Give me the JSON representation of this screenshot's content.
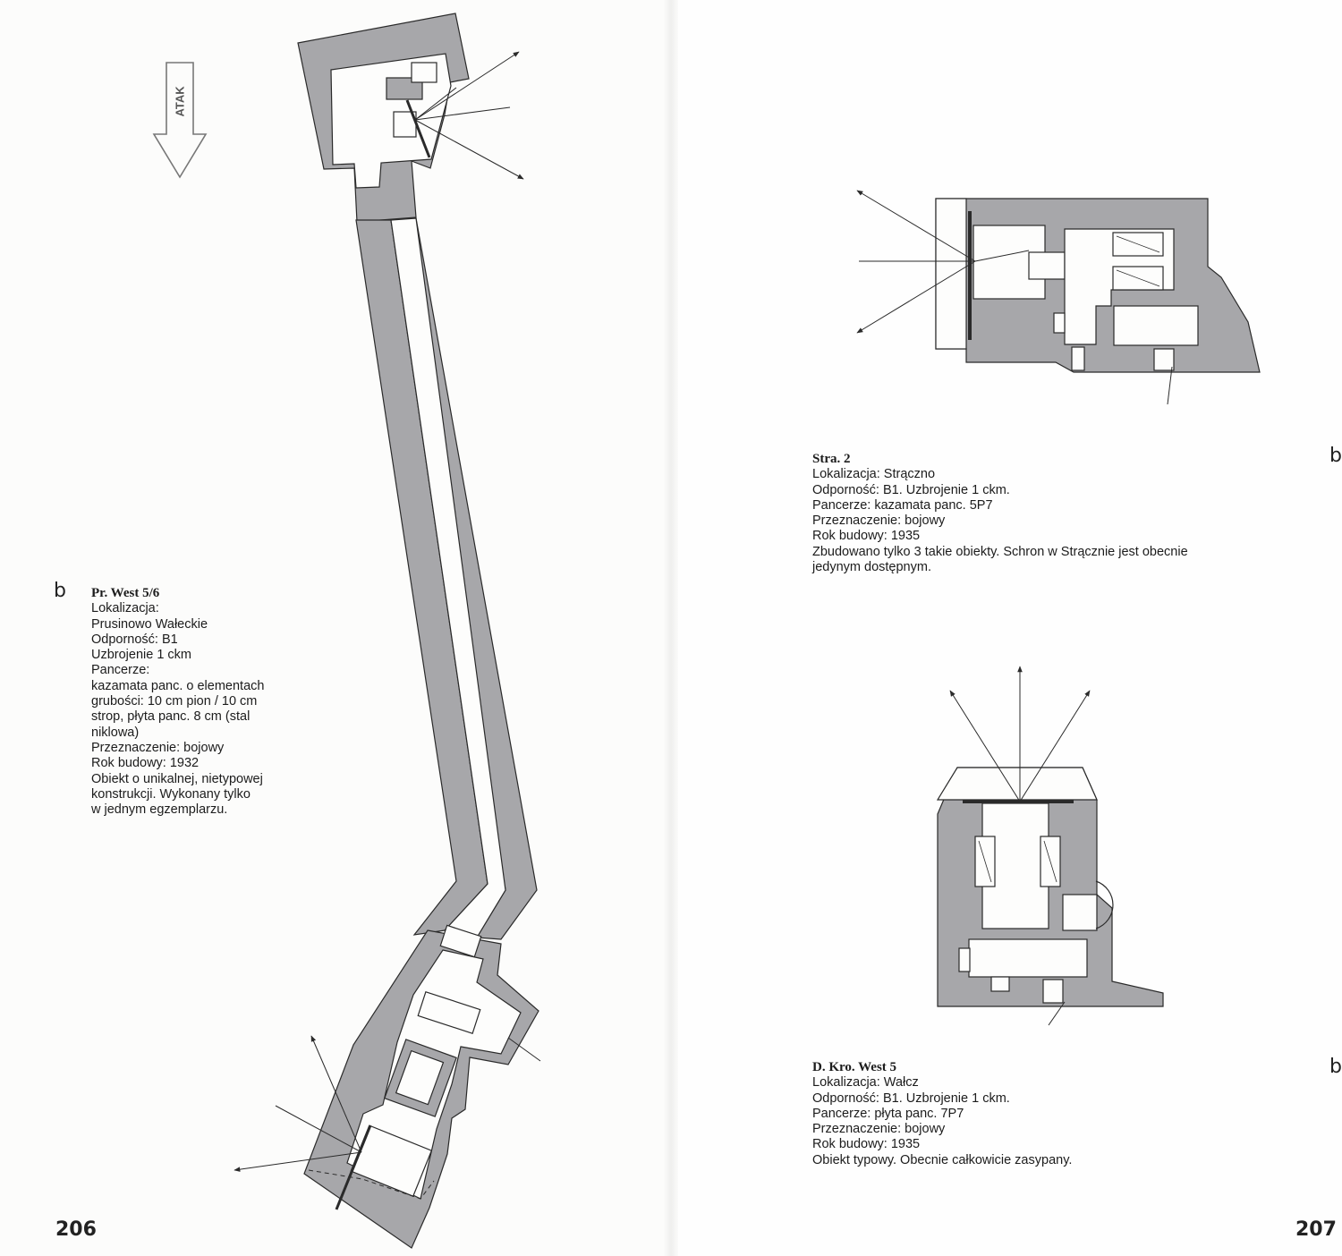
{
  "left_page": {
    "page_number": "206",
    "marker": "b",
    "atak_label": "ATAK",
    "caption": {
      "title": "Pr. West 5/6",
      "lines": [
        "Lokalizacja:",
        "Prusinowo Wałeckie",
        "Odporność: B1",
        "Uzbrojenie 1 ckm",
        "Pancerze:",
        "kazamata panc. o elementach",
        "grubości: 10 cm pion / 10 cm",
        "strop, płyta panc. 8 cm (stal",
        "niklowa)",
        "Przeznaczenie: bojowy",
        "Rok budowy: 1932",
        "Obiekt o unikalnej, nietypowej",
        "konstrukcji. Wykonany tylko",
        "w jednym egzemplarzu."
      ]
    }
  },
  "right_page": {
    "page_number": "207",
    "marker_top": "b",
    "marker_bottom": "b",
    "caption_top": {
      "title": "Stra. 2",
      "lines": [
        "Lokalizacja: Strączno",
        "Odporność: B1. Uzbrojenie 1 ckm.",
        "Pancerze: kazamata panc. 5P7",
        "Przeznaczenie: bojowy",
        "Rok budowy: 1935",
        "Zbudowano tylko 3 takie obiekty. Schron w Strącznie jest obecnie",
        "jedynym dostępnym."
      ]
    },
    "caption_bottom": {
      "title": "D. Kro. West 5",
      "lines": [
        "Lokalizacja: Wałcz",
        "Odporność: B1. Uzbrojenie 1 ckm.",
        "Pancerze: płyta panc. 7P7",
        "Przeznaczenie: bojowy",
        "Rok budowy: 1935",
        "Obiekt typowy. Obecnie całkowicie zasypany."
      ]
    }
  },
  "colors": {
    "wall": "#a7a7aa",
    "outline": "#2a2a2a",
    "paper": "#fdfdfc"
  }
}
